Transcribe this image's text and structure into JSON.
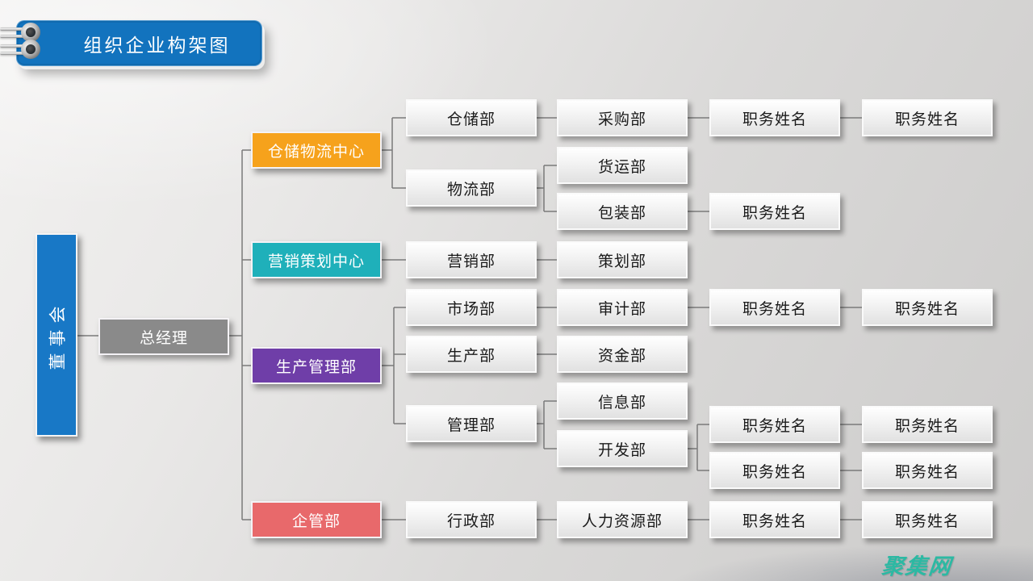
{
  "page": {
    "title": "组织企业构架图",
    "watermark": "聚集网"
  },
  "colors": {
    "title_bg": "#1273BE",
    "board_bg": "#1878C6",
    "manager_bg": "#8A8A8A",
    "connector": "#7A7A7A",
    "watermark": "#2CB9A3",
    "branch_warehouse_logistics": "#F6A21C",
    "branch_marketing_planning": "#1FB0BA",
    "branch_production_management": "#6F3EA8",
    "branch_enterprise_management": "#E8696B"
  },
  "org": {
    "board": "董事会",
    "general_manager": "总经理",
    "branches": [
      {
        "label": "仓储物流中心",
        "color": "#F6A21C",
        "children": [
          {
            "label": "仓储部",
            "children": [
              {
                "label": "采购部",
                "children": [
                  {
                    "label": "职务姓名",
                    "children": [
                      {
                        "label": "职务姓名"
                      }
                    ]
                  }
                ]
              }
            ]
          },
          {
            "label": "物流部",
            "children": [
              {
                "label": "货运部"
              },
              {
                "label": "包装部",
                "children": [
                  {
                    "label": "职务姓名"
                  }
                ]
              }
            ]
          }
        ]
      },
      {
        "label": "营销策划中心",
        "color": "#1FB0BA",
        "children": [
          {
            "label": "营销部",
            "children": [
              {
                "label": "策划部"
              }
            ]
          }
        ]
      },
      {
        "label": "生产管理部",
        "color": "#6F3EA8",
        "children": [
          {
            "label": "市场部",
            "children": [
              {
                "label": "审计部",
                "children": [
                  {
                    "label": "职务姓名",
                    "children": [
                      {
                        "label": "职务姓名"
                      }
                    ]
                  }
                ]
              }
            ]
          },
          {
            "label": "生产部",
            "children": [
              {
                "label": "资金部"
              }
            ]
          },
          {
            "label": "管理部",
            "children": [
              {
                "label": "信息部"
              },
              {
                "label": "开发部",
                "children": [
                  {
                    "label": "职务姓名",
                    "children": [
                      {
                        "label": "职务姓名"
                      }
                    ]
                  },
                  {
                    "label": "职务姓名",
                    "children": [
                      {
                        "label": "职务姓名"
                      }
                    ]
                  }
                ]
              }
            ]
          }
        ]
      },
      {
        "label": "企管部",
        "color": "#E8696B",
        "children": [
          {
            "label": "行政部",
            "children": [
              {
                "label": "人力资源部",
                "children": [
                  {
                    "label": "职务姓名",
                    "children": [
                      {
                        "label": "职务姓名"
                      }
                    ]
                  }
                ]
              }
            ]
          }
        ]
      }
    ]
  }
}
